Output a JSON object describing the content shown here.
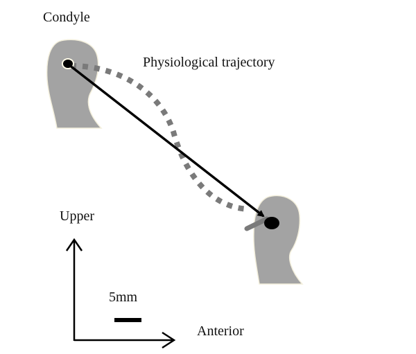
{
  "labels": {
    "condyle": "Condyle",
    "trajectory": "Physiological trajectory",
    "upper": "Upper",
    "anterior": "Anterior",
    "scale": "5mm"
  },
  "colors": {
    "condyle_fill": "#a3a3a3",
    "condyle_outline": "#f3efdc",
    "trajectory_dash": "#7a7a7a",
    "arrow": "#000000",
    "text": "#111111"
  },
  "icons": {
    "start_condyle": "condyle-shape",
    "end_condyle": "condyle-shape",
    "movement": "straight-arrow",
    "physiological_path": "dotted-curve",
    "axes": "orientation-axes",
    "scale_bar": "scale-bar"
  }
}
